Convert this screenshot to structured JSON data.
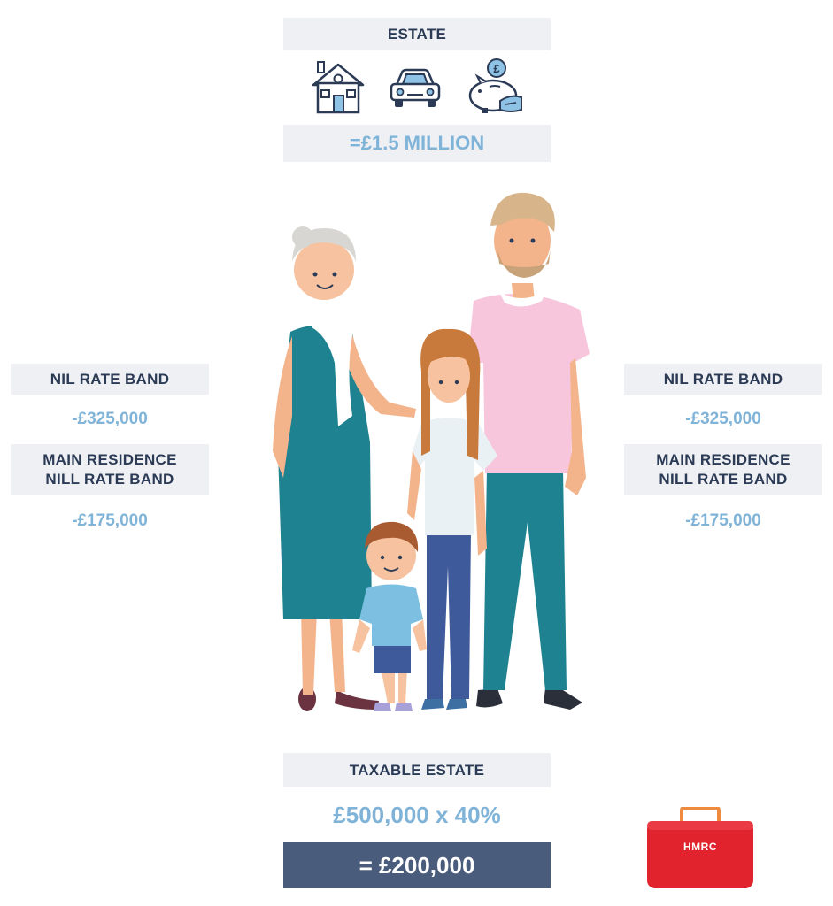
{
  "estate": {
    "title": "ESTATE",
    "total": "=£1.5 MILLION",
    "icons": [
      "house-icon",
      "car-icon",
      "piggy-bank-icon"
    ],
    "piggy_coin_symbol": "£"
  },
  "left_bands": {
    "nil_rate_band_label": "NIL RATE BAND",
    "nil_rate_band_value": "-£325,000",
    "main_residence_label_line1": "MAIN RESIDENCE",
    "main_residence_label_line2": "NILL RATE BAND",
    "main_residence_value": "-£175,000"
  },
  "right_bands": {
    "nil_rate_band_label": "NIL RATE BAND",
    "nil_rate_band_value": "-£325,000",
    "main_residence_label_line1": "MAIN RESIDENCE",
    "main_residence_label_line2": "NILL RATE BAND",
    "main_residence_value": "-£175,000"
  },
  "taxable": {
    "title": "TAXABLE ESTATE",
    "calculation": "£500,000 x 40%",
    "result": "= £200,000"
  },
  "hmrc": {
    "label": "HMRC"
  },
  "colors": {
    "header_bg": "#eef0f4",
    "header_text": "#2b3a55",
    "value_text": "#7fb3d8",
    "result_bg": "#4a5c7c",
    "hmrc_red": "#e1232d",
    "hmrc_handle": "#f08a3c"
  }
}
